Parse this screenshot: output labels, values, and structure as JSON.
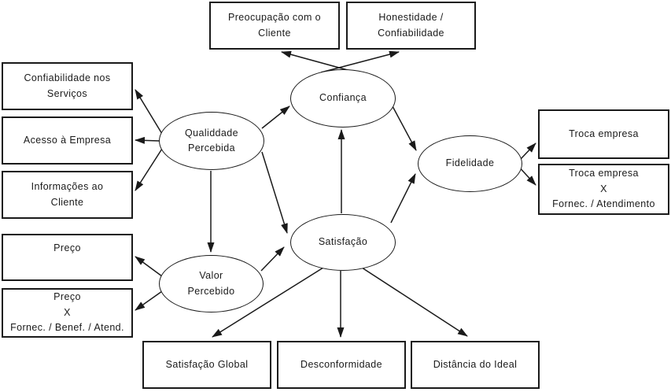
{
  "diagram": {
    "background_color": "#ffffff",
    "line_color": "#1a1a1a",
    "text_color": "#1a1a1a",
    "latent_variables": {
      "qualidade_percebida": {
        "lines": [
          "Qualiddade",
          "Percebida"
        ]
      },
      "confianca": {
        "lines": [
          "Confiança"
        ]
      },
      "satisfacao": {
        "lines": [
          "Satisfação"
        ]
      },
      "valor_percebido": {
        "lines": [
          "Valor",
          "Percebido"
        ]
      },
      "fidelidade": {
        "lines": [
          "Fidelidade"
        ]
      }
    },
    "indicators": {
      "preocupacao_cliente": {
        "lines": [
          "Preocupação com o",
          "Cliente"
        ]
      },
      "honestidade_confiabilidade": {
        "lines": [
          "Honestidade /",
          "Confiabilidade"
        ]
      },
      "confiabilidade_servicos": {
        "lines": [
          "Confiabilidade nos",
          "Serviços"
        ]
      },
      "acesso_empresa": {
        "lines": [
          "Acesso à Empresa"
        ]
      },
      "informacoes_cliente": {
        "lines": [
          "Informações ao",
          "Cliente"
        ]
      },
      "preco": {
        "lines": [
          "Preço"
        ]
      },
      "preco_x": {
        "lines": [
          "Preço",
          "X",
          "Fornec. / Benef. / Atend."
        ]
      },
      "troca_empresa": {
        "lines": [
          "Troca empresa"
        ]
      },
      "troca_empresa_x": {
        "lines": [
          "Troca empresa",
          "X",
          "Fornec. / Atendimento"
        ]
      },
      "satisfacao_global": {
        "lines": [
          "Satisfação Global"
        ]
      },
      "desconformidade": {
        "lines": [
          "Desconformidade"
        ]
      },
      "distancia_ideal": {
        "lines": [
          "Distância do Ideal"
        ]
      }
    },
    "relationships": [
      {
        "from": "Qualiddade Percebida",
        "to": "Confiabilidade nos Serviços"
      },
      {
        "from": "Qualiddade Percebida",
        "to": "Acesso à Empresa"
      },
      {
        "from": "Qualiddade Percebida",
        "to": "Informações ao Cliente"
      },
      {
        "from": "Qualiddade Percebida",
        "to": "Valor Percebido"
      },
      {
        "from": "Qualiddade Percebida",
        "to": "Confiança"
      },
      {
        "from": "Qualiddade Percebida",
        "to": "Satisfação"
      },
      {
        "from": "Valor Percebido",
        "to": "Preço"
      },
      {
        "from": "Valor Percebido",
        "to": "Preço X Fornec. / Benef. / Atend."
      },
      {
        "from": "Valor Percebido",
        "to": "Satisfação"
      },
      {
        "from": "Satisfação",
        "to": "Confiança"
      },
      {
        "from": "Confiança",
        "to": "Preocupação com o Cliente"
      },
      {
        "from": "Confiança",
        "to": "Honestidade / Confiabilidade"
      },
      {
        "from": "Confiança",
        "to": "Fidelidade"
      },
      {
        "from": "Satisfação",
        "to": "Fidelidade"
      },
      {
        "from": "Fidelidade",
        "to": "Troca empresa"
      },
      {
        "from": "Fidelidade",
        "to": "Troca empresa X Fornec. / Atendimento"
      },
      {
        "from": "Satisfação",
        "to": "Satisfação Global"
      },
      {
        "from": "Satisfação",
        "to": "Desconformidade"
      },
      {
        "from": "Satisfação",
        "to": "Distância do Ideal"
      }
    ]
  }
}
